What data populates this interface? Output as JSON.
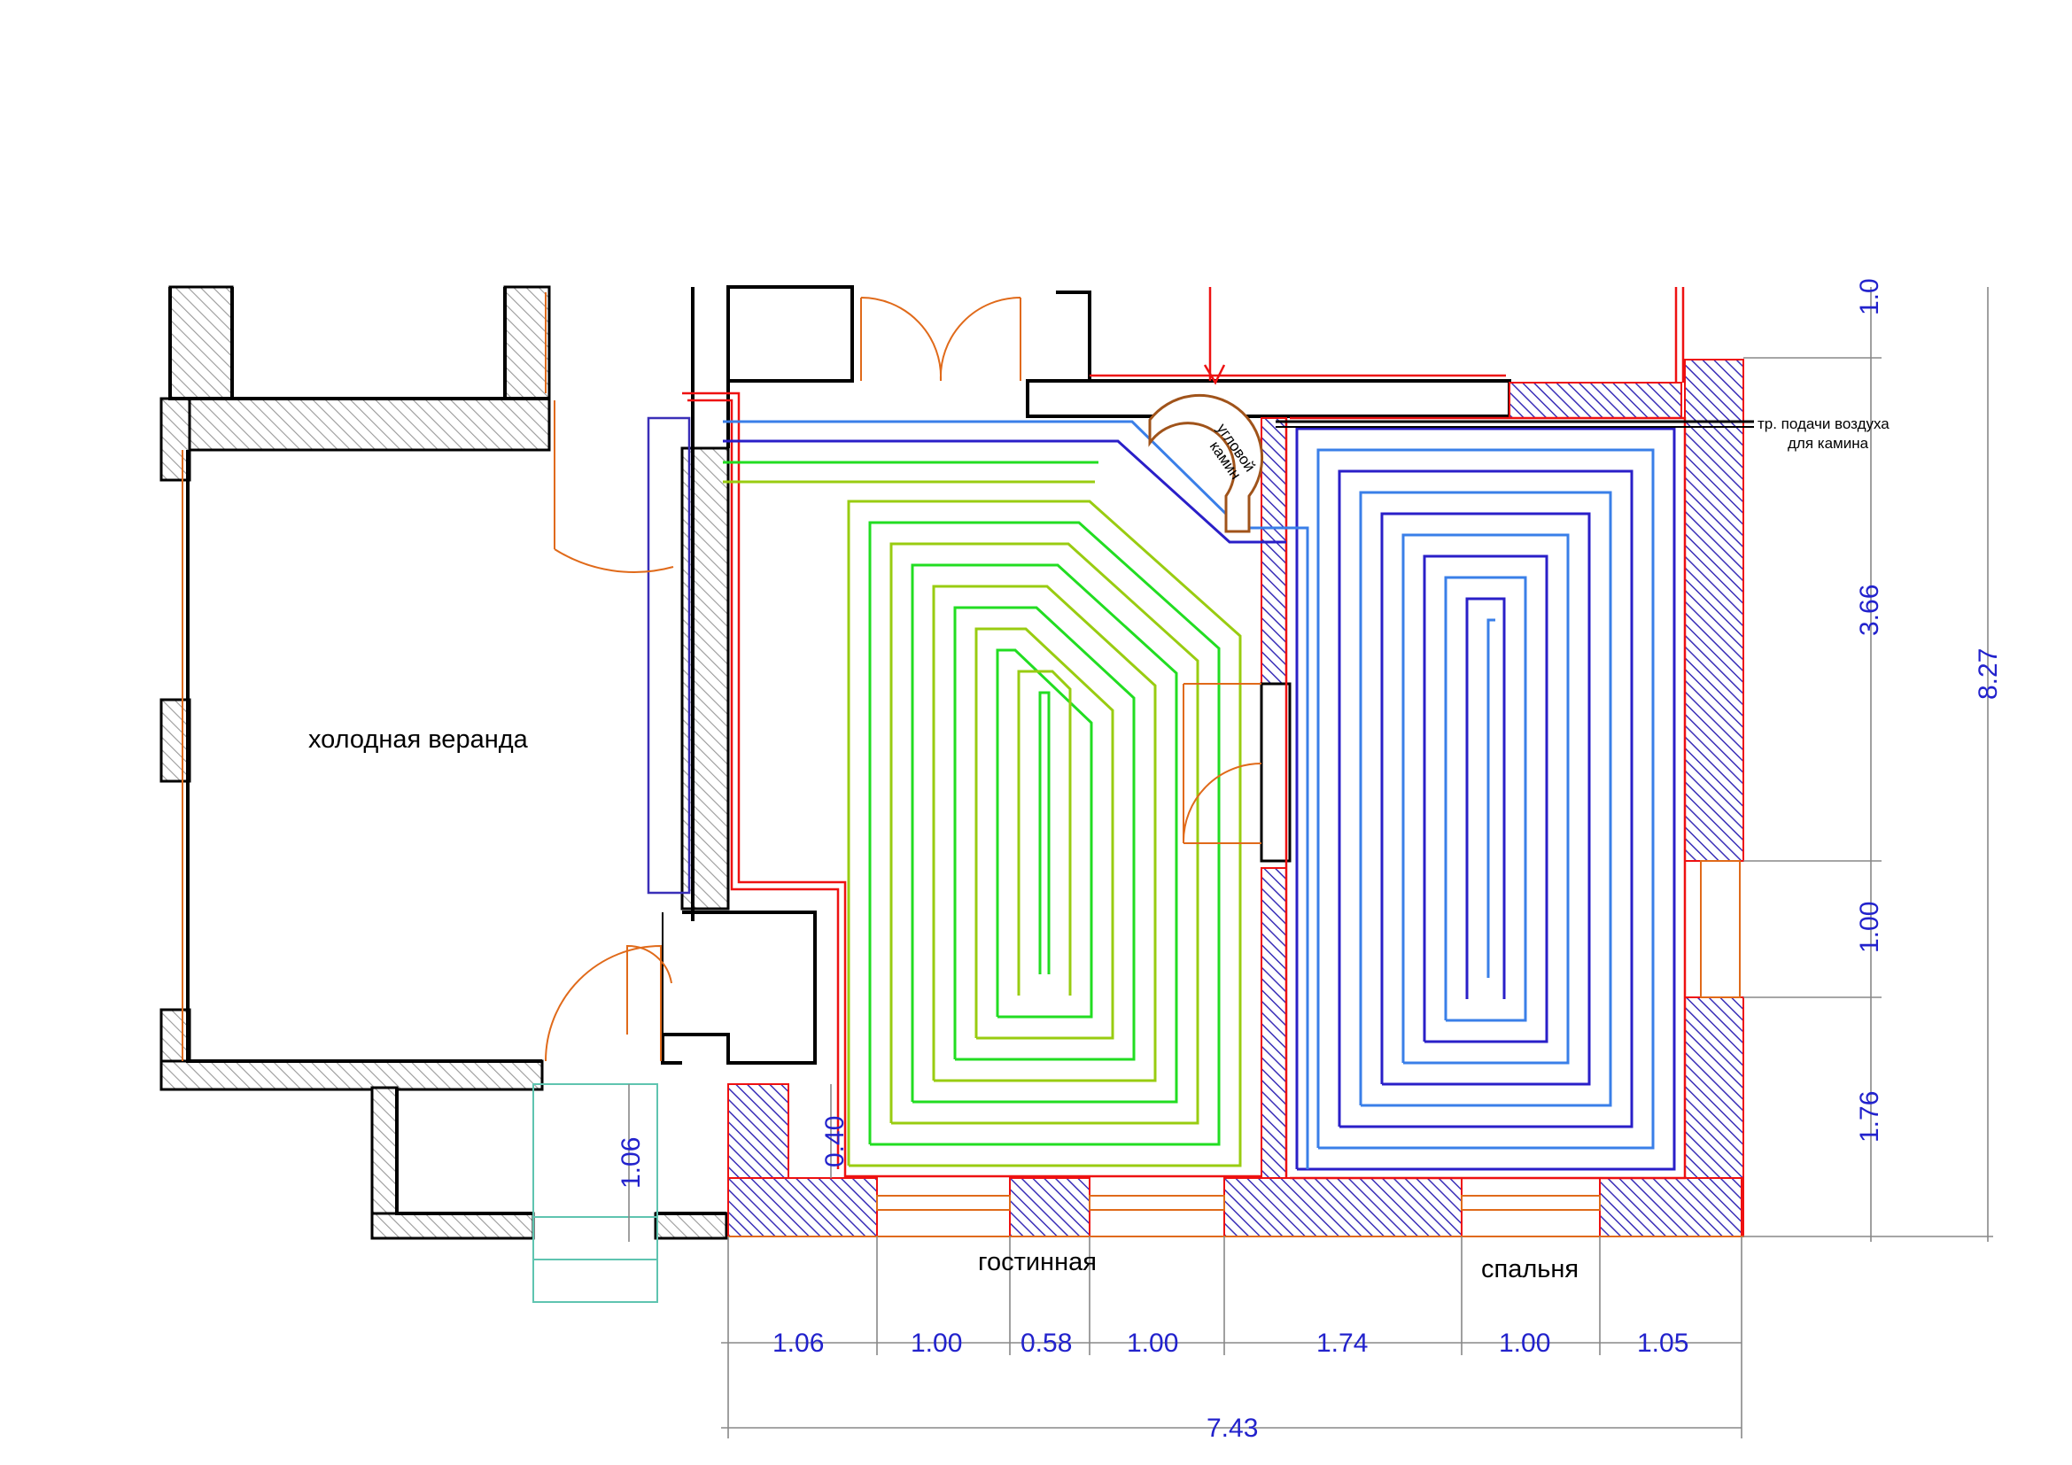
{
  "rooms": {
    "veranda": "холодная веранда",
    "living": "гостинная",
    "bedroom": "спальня",
    "fireplace_line1": "угловой",
    "fireplace_line2": "камин",
    "air_pipe_line1": "тр. подачи воздуха",
    "air_pipe_line2": "для камина"
  },
  "dimensions": {
    "bottom": [
      "1.06",
      "1.00",
      "0.58",
      "1.00",
      "1.74",
      "1.00",
      "1.05"
    ],
    "total_width": "7.43",
    "right": [
      "3.66",
      "1.00",
      "1.76"
    ],
    "right_top_partial": "1.0",
    "total_height": "8.27",
    "porch": "1.06",
    "inner": "0.40"
  },
  "colors": {
    "walls": "#000000",
    "hatch_blue": "#3a2fb8",
    "heating_pipe": "#ee1111",
    "openings": "#e06a1a",
    "living_loop_a": "#22dd22",
    "living_loop_b": "#99cc11",
    "bedroom_loop_a": "#2a1fc8",
    "bedroom_loop_b": "#3a7fe8",
    "dimension_text": "#2222cc",
    "porch_steps": "#5fc4b0"
  }
}
